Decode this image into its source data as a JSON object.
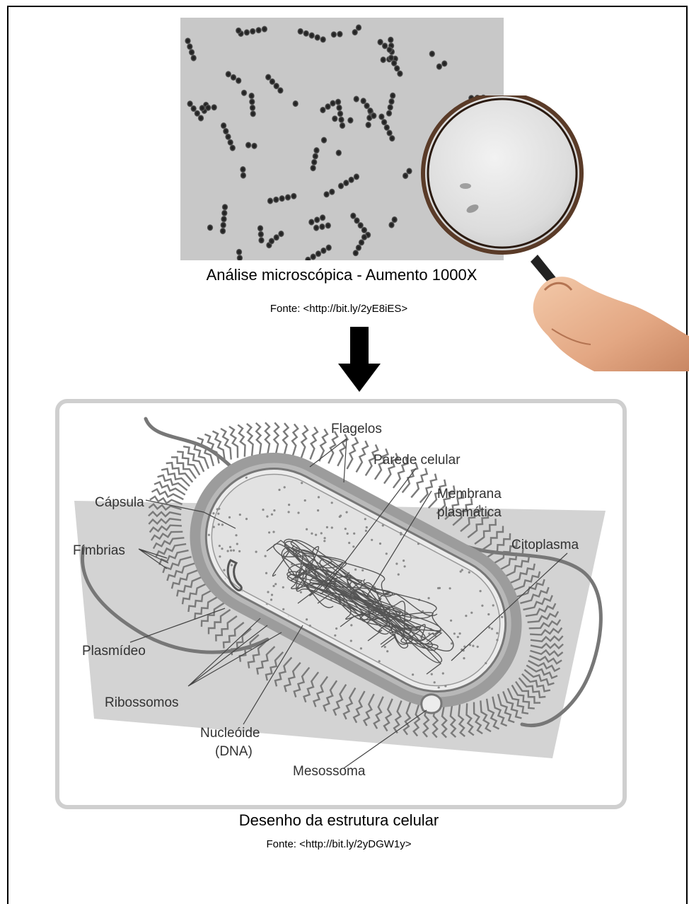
{
  "micrograph": {
    "caption": "Análise microscópica - Aumento 1000X",
    "source": "Fonte: <http://bit.ly/2yE8iES>"
  },
  "diagram": {
    "caption": "Desenho da estrutura celular",
    "source": "Fonte: <http://bit.ly/2yDGW1y>",
    "labels": {
      "flagelos": "Flagelos",
      "parede": "Parede celular",
      "membrana1": "Membrana",
      "membrana2": "plasmática",
      "capsula": "Cápsula",
      "fimbrias": "Fímbrias",
      "citoplasma": "Citoplasma",
      "plasmideo": "Plasmídeo",
      "ribossomos": "Ribossomos",
      "nucleoide1": "Nucleóide",
      "nucleoide2": "(DNA)",
      "mesossoma": "Mesossoma"
    }
  },
  "icons": {
    "magnifier": "magnifying-glass-icon",
    "arrow": "arrow-down-icon"
  }
}
